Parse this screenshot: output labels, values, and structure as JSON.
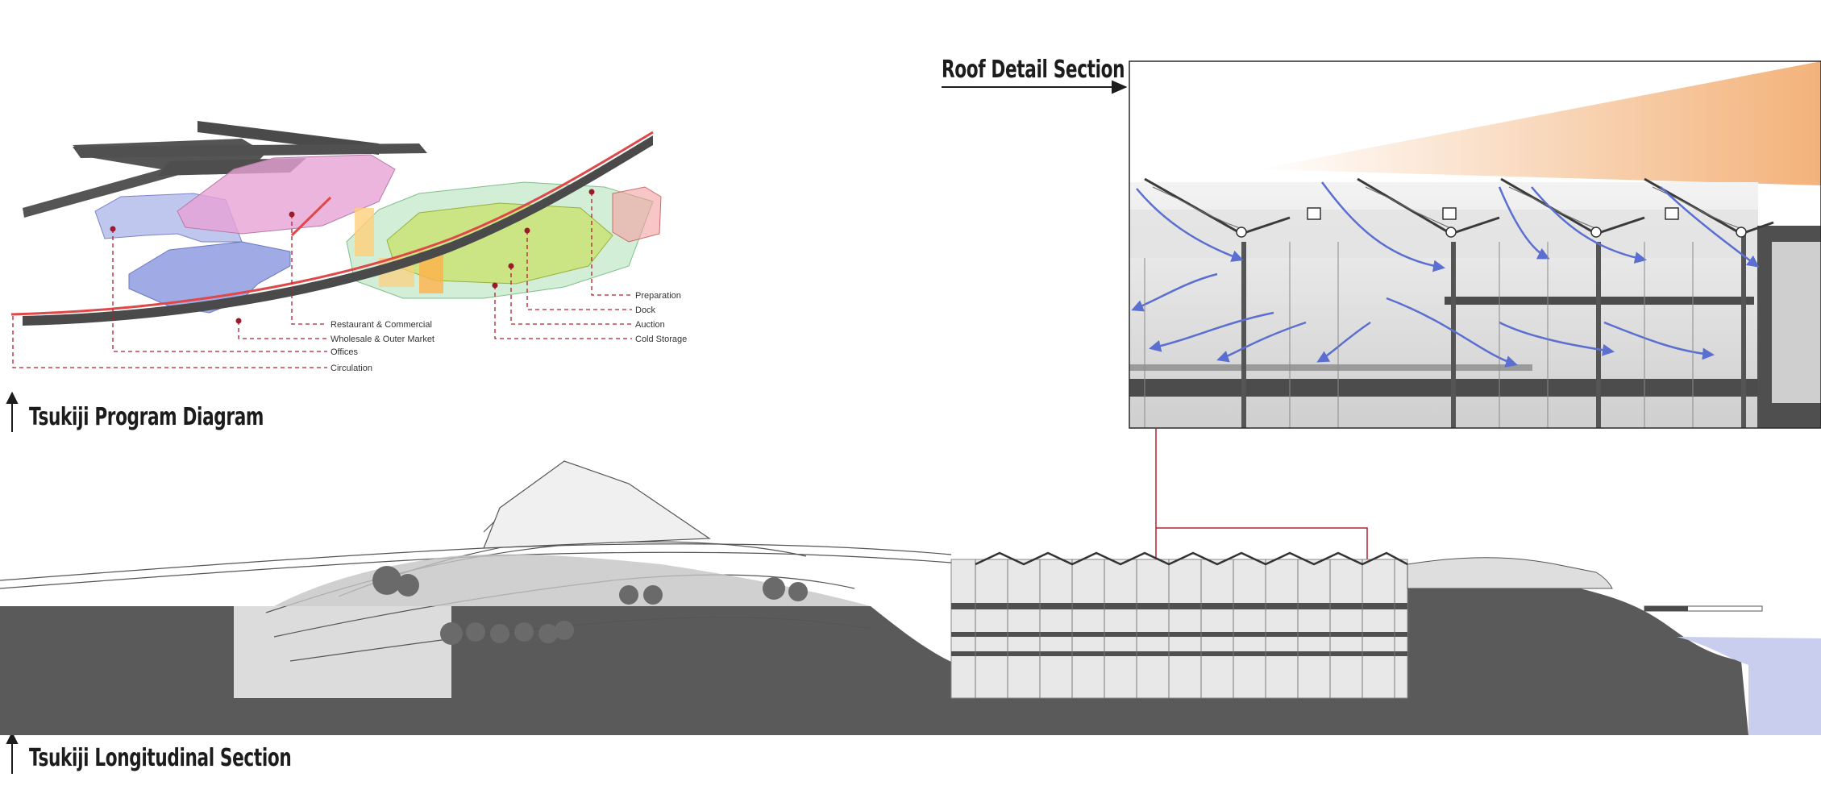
{
  "headings": {
    "program_diagram": "Tsukiji Program Diagram",
    "longitudinal_section": "Tsukiji Longitudinal Section",
    "roof_detail": "Roof Detail Section"
  },
  "legend": {
    "left": [
      "Restaurant & Commercial",
      "Wholesale & Outer Market",
      "Offices",
      "Circulation"
    ],
    "right": [
      "Preparation",
      "Dock",
      "Auction",
      "Cold Storage"
    ]
  },
  "colors": {
    "restaurant_commercial": "#e7a3d6",
    "wholesale_outer_market": "#a9b4ea",
    "offices": "#ffcf7a",
    "circulation": "#e04848",
    "preparation": "#f4a0a0",
    "dock": "#bfe7c4",
    "auction": "#c8e26a",
    "cold_storage": "#bfe7d0",
    "ground": "#5a5a5a",
    "water": "#c9cdee",
    "airflow": "#5a6fd0",
    "callout": "#b02030",
    "solar": "#f3b27a"
  }
}
